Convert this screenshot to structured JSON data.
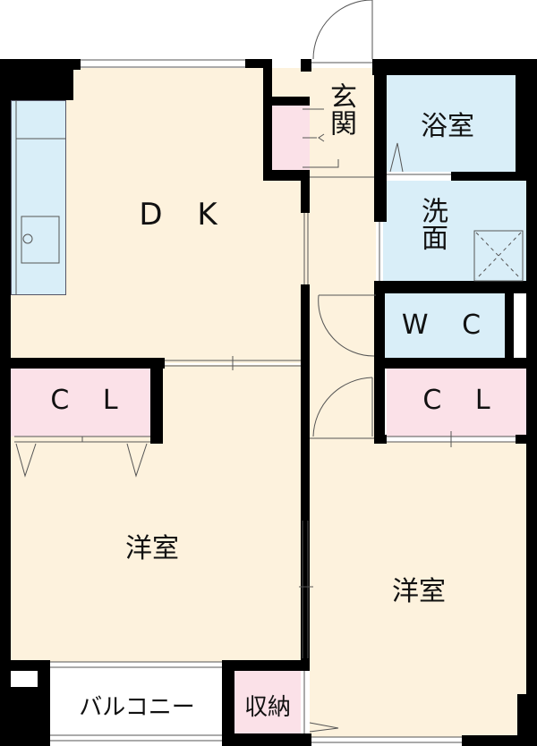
{
  "plan": {
    "colors": {
      "wall": "#000000",
      "living": "#fdf2dd",
      "wet": "#d9eef8",
      "storage": "#fbe1e8",
      "balcony": "#ffffff",
      "line": "#555555"
    },
    "rooms": {
      "dk": {
        "label": "D K"
      },
      "entrance": {
        "label": "玄関"
      },
      "bath": {
        "label": "浴室"
      },
      "washroom": {
        "label": "洗面"
      },
      "wc": {
        "label": "W C"
      },
      "cl_left": {
        "label": "C L"
      },
      "cl_right": {
        "label": "C L"
      },
      "western_left": {
        "label": "洋室"
      },
      "western_right": {
        "label": "洋室"
      },
      "balcony": {
        "label": "バルコニー"
      },
      "storage": {
        "label": "収納"
      }
    }
  }
}
